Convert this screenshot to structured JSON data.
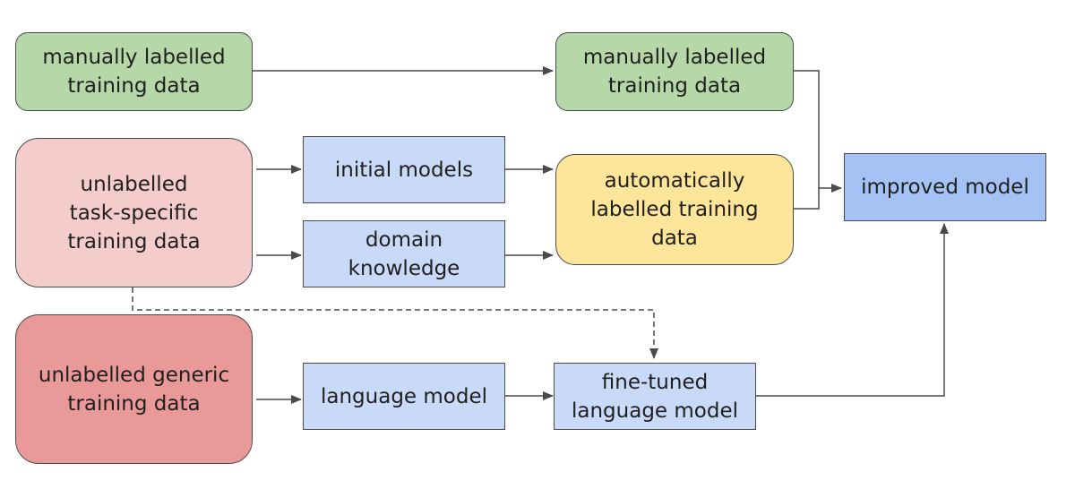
{
  "nodes": {
    "manual_src": "manually labelled\ntraining data",
    "manual_dst": "manually labelled\ntraining data",
    "unlabelled_task": "unlabelled\ntask-specific\ntraining data",
    "initial_models": "initial models",
    "domain_knowledge": "domain\nknowledge",
    "auto_labelled": "automatically\nlabelled training\ndata",
    "improved_model": "improved model",
    "unlabelled_generic": "unlabelled generic\ntraining data",
    "language_model": "language model",
    "fine_tuned": "fine-tuned\nlanguage model"
  },
  "colors": {
    "green": "#b6d7a8",
    "pink": "#f4cccc",
    "red": "#ea9999",
    "light_blue": "#c9daf8",
    "yellow": "#ffe599",
    "blue": "#a4c2f4",
    "edge": "#4a4a4a"
  }
}
